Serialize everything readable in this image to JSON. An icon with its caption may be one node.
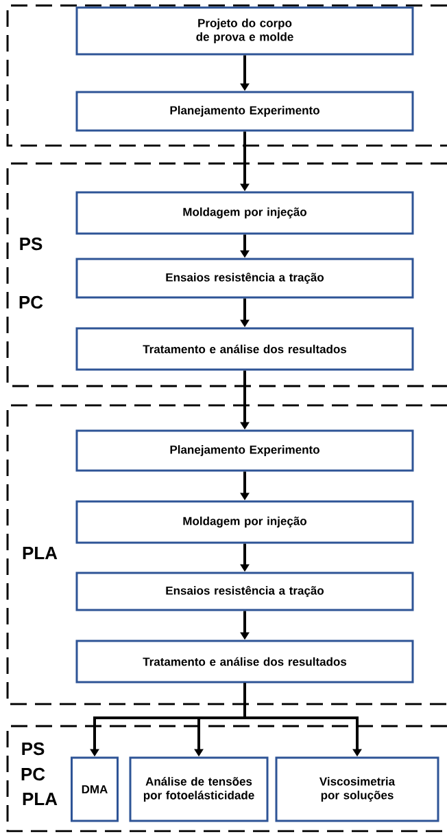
{
  "diagram": {
    "nodes": [
      {
        "text": [],
        "shape": "box"
      },
      {
        "text": [
          "Projeto do corpo de prova e molde"
        ],
        "in": 0
      },
      {
        "text": [
          "Planejamento Experimento"
        ],
        "in": 0
      },
      {
        "text": [
          "PS",
          "PC"
        ]
      },
      {
        "text": [
          "Moldagem por injeção"
        ],
        "in": 3
      },
      {
        "text": [
          "Ensaios resistência a tração"
        ],
        "in": 3
      },
      {
        "text": [
          "Tratamento e análise dos resultados"
        ],
        "in": 3
      },
      {
        "text": [
          "PLA"
        ]
      },
      {
        "text": [
          "Planejamento Experimento"
        ],
        "in": 7
      },
      {
        "text": [
          "Moldagem por injeção"
        ],
        "in": 7
      },
      {
        "text": [
          "Ensaios resistência a tração"
        ],
        "in": 7
      },
      {
        "text": [
          "Tratamento e análise dos resultados"
        ],
        "in": 7
      },
      {
        "text": [
          "PS",
          "PC",
          "PLA"
        ]
      },
      {
        "text": [
          "DMA"
        ],
        "in": 12
      },
      {
        "text": [
          "Análise de tensões por fotoelásticidade"
        ],
        "in": 12
      },
      {
        "text": [
          "Viscosimetria por soluções"
        ],
        "in": 12
      }
    ],
    "edges": [
      {
        "from": 1,
        "to": 2,
        "arrow": "to"
      },
      {
        "from": 2,
        "to": 4,
        "arrow": "to"
      },
      {
        "from": 4,
        "to": 5,
        "arrow": "to"
      },
      {
        "from": 5,
        "to": 6,
        "arrow": "to"
      },
      {
        "from": 6,
        "to": 8,
        "arrow": "to"
      },
      {
        "from": 8,
        "to": 9,
        "arrow": "to"
      },
      {
        "from": 9,
        "to": 10,
        "arrow": "to"
      },
      {
        "from": 10,
        "to": 11,
        "arrow": "to"
      },
      {
        "from": 11,
        "to": 13,
        "arrow": "to"
      },
      {
        "from": 11,
        "to": 14,
        "arrow": "to"
      },
      {
        "from": 11,
        "to": 15,
        "arrow": "to"
      }
    ]
  }
}
